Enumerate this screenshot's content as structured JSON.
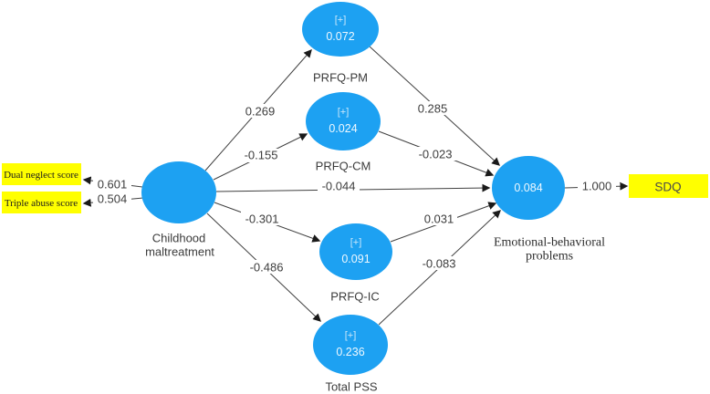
{
  "figure": {
    "nodes": {
      "prfq_pm": {
        "sign": "[+]",
        "r2": "0.072",
        "label": "PRFQ-PM"
      },
      "prfq_cm": {
        "sign": "[+]",
        "r2": "0.024",
        "label": "PRFQ-CM"
      },
      "prfq_ic": {
        "sign": "[+]",
        "r2": "0.091",
        "label": "PRFQ-IC"
      },
      "total_pss": {
        "sign": "[+]",
        "r2": "0.236",
        "label": "Total PSS"
      },
      "childhood_maltreatment": {
        "label_line1": "Childhood",
        "label_line2": "maltreatment"
      },
      "emotional_behavioral": {
        "r2": "0.084",
        "label_line1": "Emotional-behavioral",
        "label_line2": "problems"
      }
    },
    "indicators": {
      "dual_neglect": {
        "label": "Dual neglect score",
        "loading": "0.601"
      },
      "triple_abuse": {
        "label": "Triple abuse score",
        "loading": "0.504"
      },
      "sdq": {
        "label": "SDQ",
        "loading": "1.000"
      }
    },
    "path_coefficients": {
      "cm_to_prfq_pm": "0.269",
      "cm_to_prfq_cm": "-0.155",
      "cm_to_emotional": "-0.044",
      "cm_to_prfq_ic": "-0.301",
      "cm_to_total_pss": "-0.486",
      "prfq_pm_to_emotional": "0.285",
      "prfq_cm_to_emotional": "-0.023",
      "prfq_ic_to_emotional": "0.031",
      "total_pss_to_emotional": "-0.083"
    },
    "colors": {
      "node_fill": "#1da1f2",
      "indicator_fill": "#ffff00",
      "edge": "#404040",
      "arrowhead": "#1a1a1a"
    }
  }
}
